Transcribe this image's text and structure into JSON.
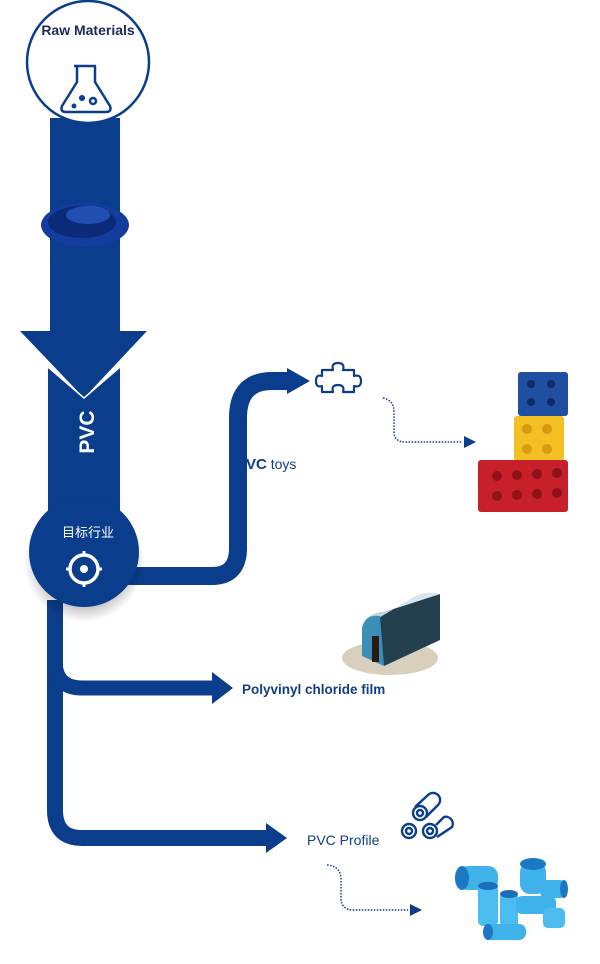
{
  "diagram": {
    "source_node": {
      "title": "Raw Materials",
      "icon": "flask-icon"
    },
    "main_flow": {
      "label": "PVC",
      "granules_icon": "pvc-granules-image"
    },
    "hub_node": {
      "title": "目标行业",
      "icon": "target-icon"
    },
    "branches": [
      {
        "label_bold": "PVC",
        "label_rest": " toys",
        "icon": "puzzle-icon",
        "image": "toy-bricks-image"
      },
      {
        "label": "Polyvinyl chloride film",
        "image": "greenhouse-image"
      },
      {
        "label": "PVC Profile",
        "icon": "pipes-icon",
        "image": "pipe-fittings-image"
      }
    ],
    "colors": {
      "primary": "#0a3d8b",
      "text": "#123e86",
      "toy_blue": "#1f4fa0",
      "toy_yellow": "#f2c023",
      "toy_red": "#c8202a",
      "pipe_blue": "#3fb2ea"
    }
  }
}
